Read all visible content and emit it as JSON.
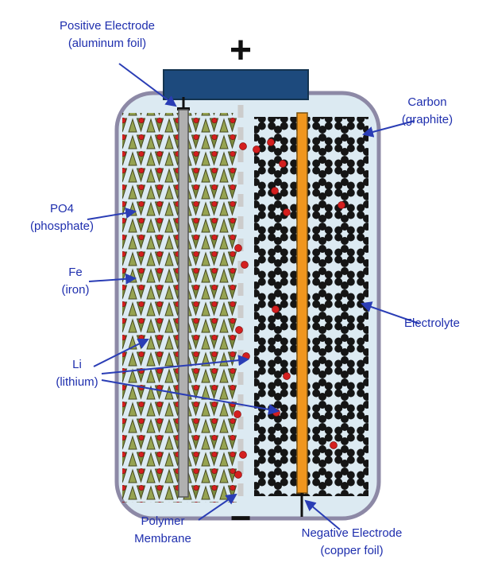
{
  "diagram": {
    "labels": {
      "positive_electrode": {
        "line1": "Positive Electrode",
        "line2": "(aluminum foil)"
      },
      "plus_sign": "+",
      "carbon": {
        "line1": "Carbon",
        "line2": "(graphite)"
      },
      "po4": {
        "line1": "PO4",
        "line2": "(phosphate)"
      },
      "fe": {
        "line1": "Fe",
        "line2": "(iron)"
      },
      "li": {
        "line1": "Li",
        "line2": "(lithium)"
      },
      "electrolyte": {
        "line1": "Electrolyte"
      },
      "polymer_membrane": {
        "line1": "Polymer",
        "line2": "Membrane"
      },
      "minus_sign": "−",
      "negative_electrode": {
        "line1": "Negative Electrode",
        "line2": "(copper foil)"
      }
    },
    "colors": {
      "label_text": "#1f2fae",
      "arrow": "#2a3db5",
      "battery_fill": "#dceaf2",
      "battery_border": "#8d89a6",
      "terminal_fill": "#1d4a7d",
      "aluminum_foil": "#b0b0b0",
      "copper_foil": "#f0961e",
      "membrane": "#cccccc",
      "crystal_green_light": "#96a351",
      "crystal_green_dark": "#7c8a3e",
      "lithium_red": "#d41f1f",
      "graphite_black": "#151515"
    }
  }
}
